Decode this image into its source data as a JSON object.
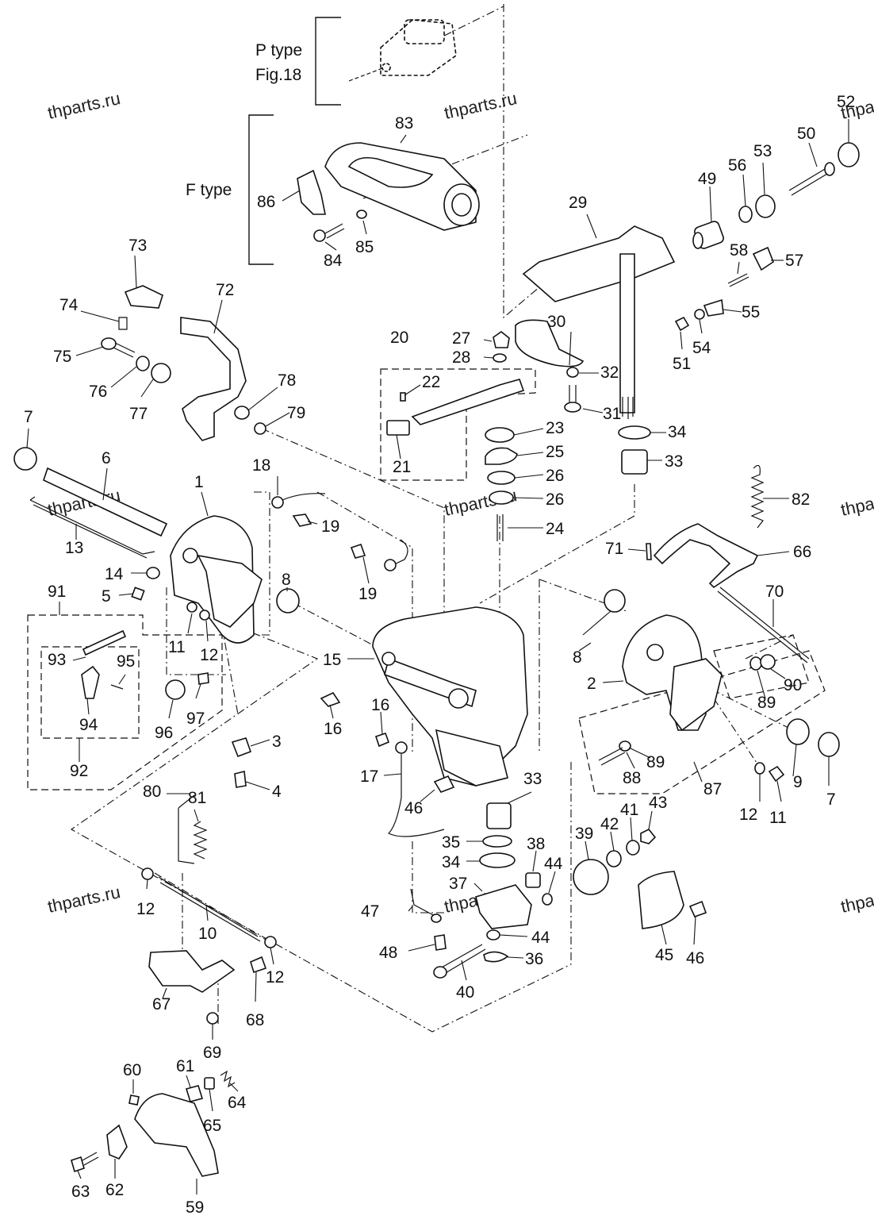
{
  "notes": {
    "p_type": "P type",
    "fig": "Fig.18",
    "f_type": "F type"
  },
  "watermark": "thparts.ru",
  "watermark_partial": "thpa",
  "callouts": {
    "c1": "1",
    "c2": "2",
    "c3": "3",
    "c4": "4",
    "c5": "5",
    "c6": "6",
    "c7a": "7",
    "c7b": "7",
    "c8a": "8",
    "c8b": "8",
    "c9": "9",
    "c10": "10",
    "c11a": "11",
    "c11b": "11",
    "c12a": "12",
    "c12b": "12",
    "c12c": "12",
    "c12d": "12",
    "c13": "13",
    "c14": "14",
    "c15": "15",
    "c16a": "16",
    "c16b": "16",
    "c17": "17",
    "c18": "18",
    "c19a": "19",
    "c19b": "19",
    "c20": "20",
    "c21": "21",
    "c22": "22",
    "c23": "23",
    "c24": "24",
    "c25": "25",
    "c26a": "26",
    "c26b": "26",
    "c27": "27",
    "c28": "28",
    "c29": "29",
    "c30": "30",
    "c31": "31",
    "c32": "32",
    "c33a": "33",
    "c33b": "33",
    "c34a": "34",
    "c34b": "34",
    "c35": "35",
    "c36": "36",
    "c37": "37",
    "c38": "38",
    "c39": "39",
    "c40": "40",
    "c41": "41",
    "c42": "42",
    "c43": "43",
    "c44a": "44",
    "c44b": "44",
    "c45": "45",
    "c46a": "46",
    "c46b": "46",
    "c47": "47",
    "c48": "48",
    "c49": "49",
    "c50": "50",
    "c51": "51",
    "c52": "52",
    "c53": "53",
    "c54": "54",
    "c55": "55",
    "c56": "56",
    "c57": "57",
    "c58": "58",
    "c59": "59",
    "c60": "60",
    "c61": "61",
    "c62": "62",
    "c63": "63",
    "c64": "64",
    "c65": "65",
    "c66": "66",
    "c67": "67",
    "c68": "68",
    "c69": "69",
    "c70": "70",
    "c71": "71",
    "c72": "72",
    "c73": "73",
    "c74": "74",
    "c75": "75",
    "c76": "76",
    "c77": "77",
    "c78": "78",
    "c79": "79",
    "c80": "80",
    "c81": "81",
    "c82": "82",
    "c83": "83",
    "c84": "84",
    "c85": "85",
    "c86": "86",
    "c87": "87",
    "c88": "88",
    "c89a": "89",
    "c89b": "89",
    "c90": "90",
    "c91": "91",
    "c92": "92",
    "c93": "93",
    "c94": "94",
    "c95": "95",
    "c96": "96",
    "c97": "97"
  }
}
